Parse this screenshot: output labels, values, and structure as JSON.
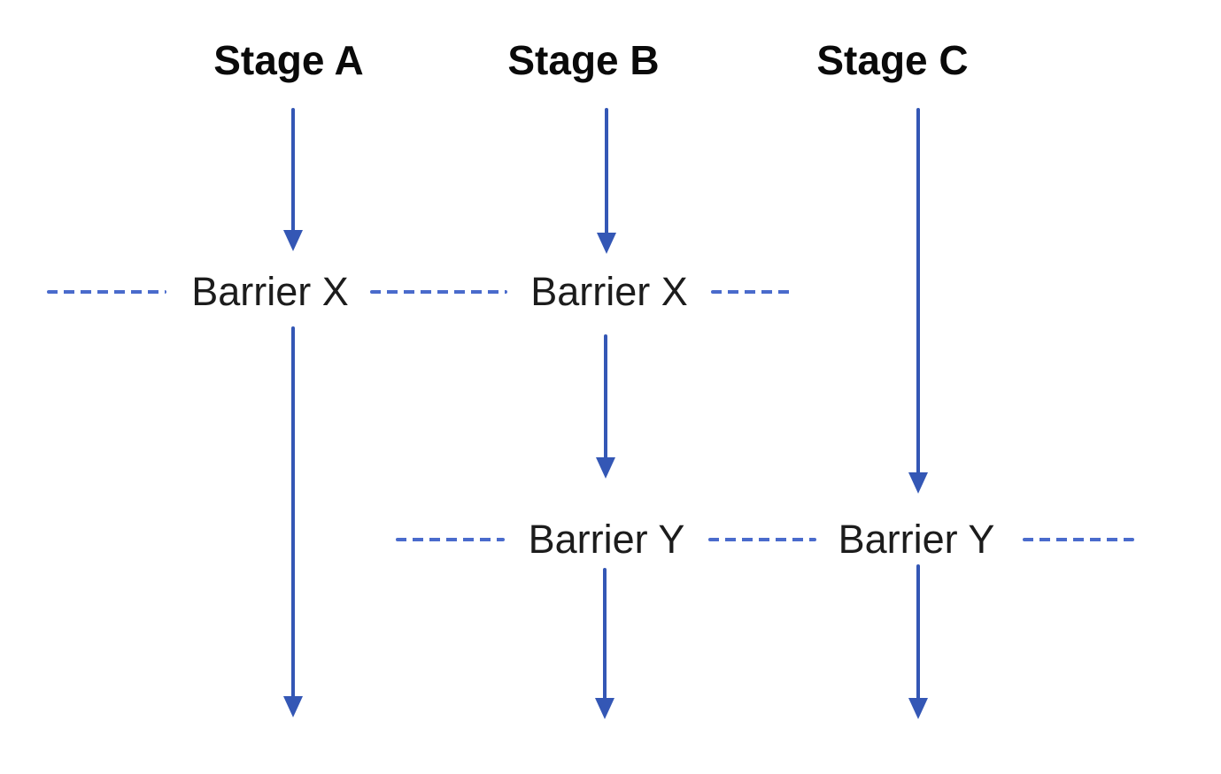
{
  "stages": [
    {
      "label": "Stage A"
    },
    {
      "label": "Stage B"
    },
    {
      "label": "Stage C"
    }
  ],
  "barrier_rows": [
    {
      "labels": [
        "Barrier X",
        "Barrier X"
      ]
    },
    {
      "labels": [
        "Barrier Y",
        "Barrier Y"
      ]
    }
  ],
  "colors": {
    "arrow": "#3457b5",
    "dash": "#4a6bcc",
    "title_text": "#0a0a0a",
    "barrier_text": "#1c1c1c",
    "background": "#ffffff"
  }
}
